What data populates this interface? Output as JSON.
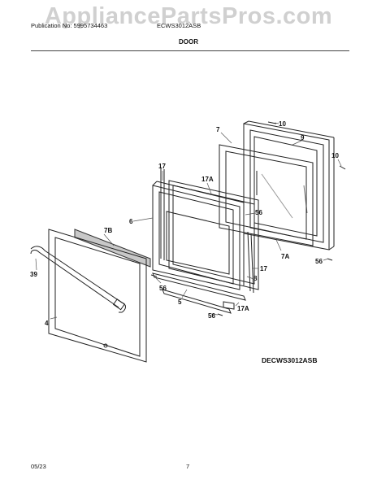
{
  "watermark": "AppliancePartsPros.com",
  "header": {
    "publication": "Publication No: 5995734463",
    "model": "ECWS3012ASB",
    "section_title": "DOOR"
  },
  "diagram": {
    "model_code": "DECWS3012ASB",
    "callouts": [
      "10",
      "9",
      "7",
      "10",
      "17",
      "17A",
      "6",
      "56",
      "7B",
      "7A",
      "56",
      "39",
      "17",
      "8",
      "56",
      "5",
      "17A",
      "4",
      "56"
    ]
  },
  "footer": {
    "date": "05/23",
    "page": "7"
  }
}
